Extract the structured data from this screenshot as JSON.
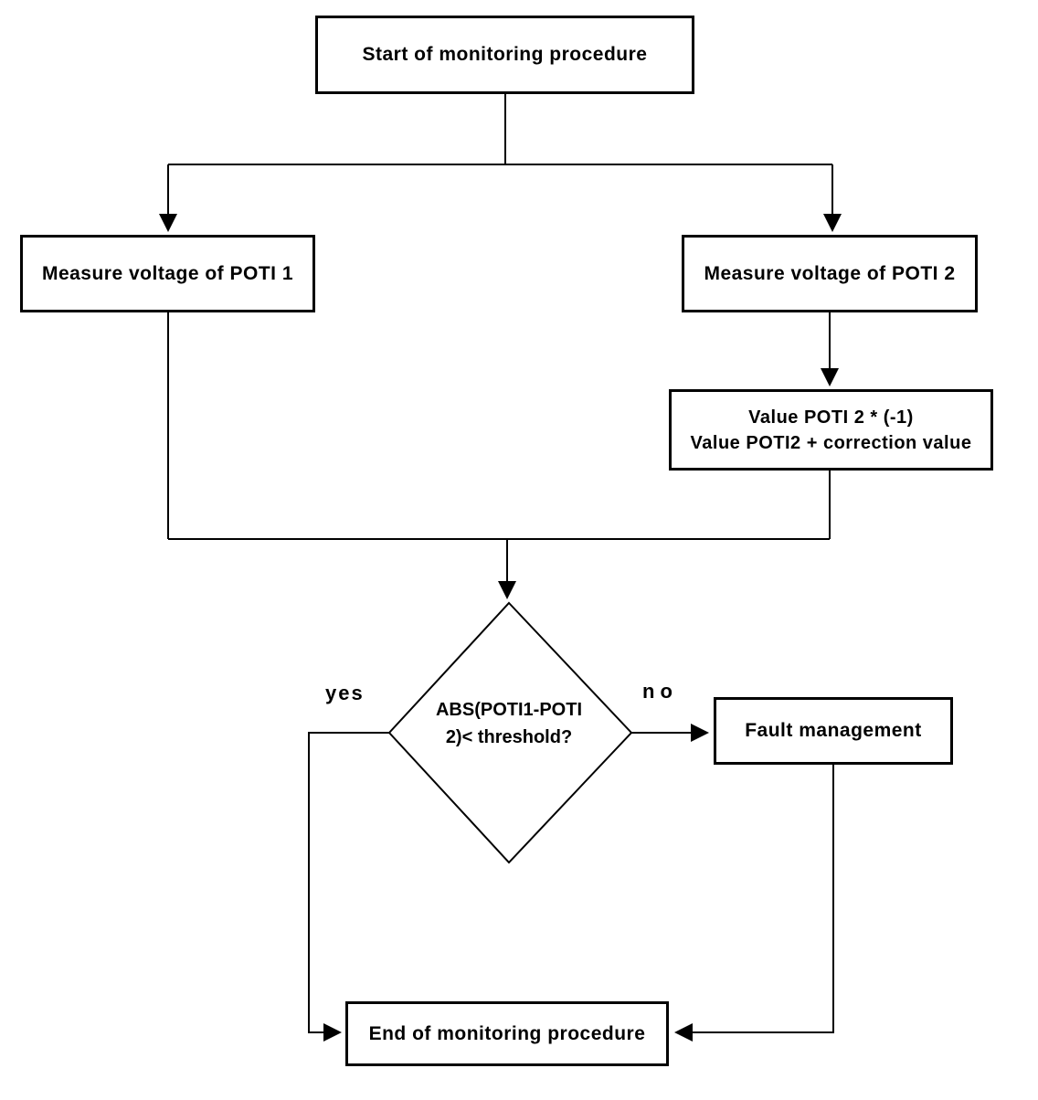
{
  "diagram": {
    "nodes": {
      "start": {
        "label": "Start of monitoring procedure"
      },
      "measure1": {
        "label": "Measure voltage of POTI 1"
      },
      "measure2": {
        "label": "Measure voltage of POTI 2"
      },
      "value": {
        "line1": "Value POTI 2 * (-1)",
        "line2": "Value POTI2 + correction value"
      },
      "decision": {
        "line1": "ABS(POTI1-POTI",
        "line2": "2)< threshold?"
      },
      "fault": {
        "label": "Fault management"
      },
      "end": {
        "label": "End of monitoring procedure"
      }
    },
    "edge_labels": {
      "yes": "yes",
      "no": "no"
    },
    "colors": {
      "line": "#000000",
      "background": "#ffffff",
      "text": "#000000"
    }
  }
}
